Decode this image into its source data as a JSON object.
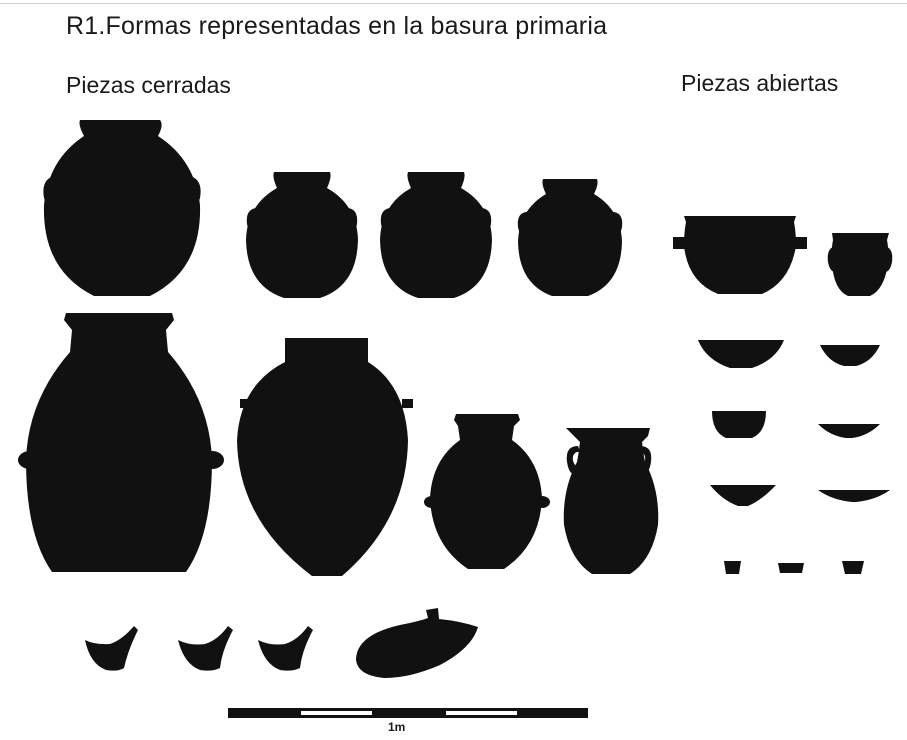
{
  "title": "R1.Formas representadas en la basura primaria",
  "groups": {
    "closed": {
      "label": "Piezas cerradas"
    },
    "open": {
      "label": "Piezas abiertas"
    }
  },
  "scale_bar": {
    "label": "1m"
  },
  "colors": {
    "silhouette": "#111111",
    "text": "#1a1a1a",
    "background": "#ffffff"
  }
}
